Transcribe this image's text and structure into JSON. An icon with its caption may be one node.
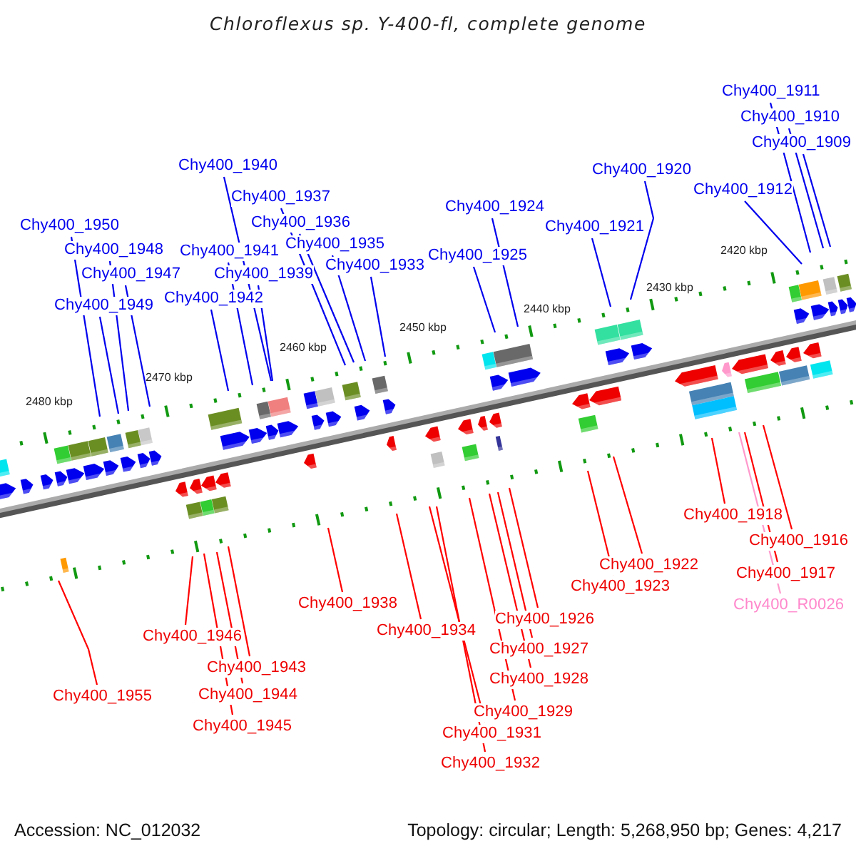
{
  "diagram": {
    "title": "Chloroflexus sp. Y-400-fl, complete genome",
    "nodes": [
      {
        "text": [
          "Chy400_1911"
        ]
      },
      {
        "text": [
          "Chy400_1910"
        ]
      },
      {
        "text": [
          "Chy400_1909"
        ]
      },
      {
        "text": [
          "Chy400_1940"
        ]
      },
      {
        "text": [
          "Chy400_1920"
        ]
      },
      {
        "text": [
          "Chy400_1912"
        ]
      },
      {
        "text": [
          "Chy400_1937"
        ]
      },
      {
        "text": [
          "Chy400_1924"
        ]
      },
      {
        "text": [
          "Chy400_1936"
        ]
      },
      {
        "text": [
          "Chy400_1950"
        ]
      },
      {
        "text": [
          "Chy400_1921"
        ]
      },
      {
        "text": [
          "Chy400_1935"
        ]
      },
      {
        "text": [
          "Chy400_1948"
        ]
      },
      {
        "text": [
          "Chy400_1941"
        ]
      },
      {
        "text": [
          "Chy400_1925"
        ]
      },
      {
        "text": [
          "Chy400_1933"
        ]
      },
      {
        "text": [
          "Chy400_1947"
        ]
      },
      {
        "text": [
          "Chy400_1939"
        ]
      },
      {
        "text": [
          "Chy400_1942"
        ]
      },
      {
        "text": [
          "Chy400_1949"
        ]
      },
      {
        "text": [
          "Chy400_1918"
        ]
      },
      {
        "text": [
          "Chy400_1916"
        ]
      },
      {
        "text": [
          "Chy400_1922"
        ]
      },
      {
        "text": [
          "Chy400_1917"
        ]
      },
      {
        "text": [
          "Chy400_1923"
        ]
      },
      {
        "text": [
          "Chy400_1938"
        ]
      },
      {
        "text": [
          "Chy400_R0026"
        ]
      },
      {
        "text": [
          "Chy400_1926"
        ]
      },
      {
        "text": [
          "Chy400_1934"
        ]
      },
      {
        "text": [
          "Chy400_1946"
        ]
      },
      {
        "text": [
          "Chy400_1927"
        ]
      },
      {
        "text": [
          "Chy400_1943"
        ]
      },
      {
        "text": [
          "Chy400_1928"
        ]
      },
      {
        "text": [
          "Chy400_1955"
        ]
      },
      {
        "text": [
          "Chy400_1944"
        ]
      },
      {
        "text": [
          "Chy400_1929"
        ]
      },
      {
        "text": [
          "Chy400_1945"
        ]
      },
      {
        "text": [
          "Chy400_1931"
        ]
      },
      {
        "text": [
          "Chy400_1932"
        ]
      }
    ],
    "edges": [
      {
        "from": 0,
        "to": null,
        "arrow": "none"
      },
      {
        "from": 1,
        "to": null,
        "arrow": "none"
      },
      {
        "from": 2,
        "to": null,
        "arrow": "none"
      },
      {
        "from": 3,
        "to": null,
        "arrow": "none"
      },
      {
        "from": 4,
        "to": null,
        "arrow": "none"
      },
      {
        "from": 5,
        "to": null,
        "arrow": "none"
      },
      {
        "from": 6,
        "to": null,
        "arrow": "none"
      },
      {
        "from": 7,
        "to": null,
        "arrow": "none"
      },
      {
        "from": 8,
        "to": null,
        "arrow": "none"
      },
      {
        "from": 9,
        "to": null,
        "arrow": "none"
      },
      {
        "from": 10,
        "to": null,
        "arrow": "none"
      },
      {
        "from": 11,
        "to": null,
        "arrow": "none"
      },
      {
        "from": 12,
        "to": null,
        "arrow": "none"
      },
      {
        "from": 13,
        "to": null,
        "arrow": "none"
      },
      {
        "from": 14,
        "to": null,
        "arrow": "none"
      },
      {
        "from": 15,
        "to": null,
        "arrow": "none"
      },
      {
        "from": 16,
        "to": null,
        "arrow": "none"
      },
      {
        "from": 17,
        "to": null,
        "arrow": "none"
      },
      {
        "from": 18,
        "to": null,
        "arrow": "none"
      },
      {
        "from": 19,
        "to": null,
        "arrow": "none"
      },
      {
        "from": 20,
        "to": null,
        "arrow": "none",
        "color": "#ff0000"
      },
      {
        "from": 21,
        "to": null,
        "arrow": "none",
        "color": "#ff0000"
      },
      {
        "from": 22,
        "to": null,
        "arrow": "none",
        "color": "#ff0000"
      },
      {
        "from": 23,
        "to": null,
        "arrow": "none",
        "color": "#ff0000"
      },
      {
        "from": 24,
        "to": null,
        "arrow": "none",
        "color": "#ff0000"
      },
      {
        "from": 25,
        "to": null,
        "arrow": "none",
        "color": "#ff0000"
      },
      {
        "from": 26,
        "to": null,
        "arrow": "none",
        "color": "#ff99cc"
      },
      {
        "from": 27,
        "to": null,
        "arrow": "none",
        "color": "#ff0000"
      },
      {
        "from": 28,
        "to": null,
        "arrow": "none",
        "color": "#ff0000"
      },
      {
        "from": 29,
        "to": null,
        "arrow": "none",
        "color": "#ff0000"
      },
      {
        "from": 30,
        "to": null,
        "arrow": "none",
        "color": "#ff0000"
      },
      {
        "from": 31,
        "to": null,
        "arrow": "none",
        "color": "#ff0000"
      },
      {
        "from": 32,
        "to": null,
        "arrow": "none",
        "color": "#ff0000"
      },
      {
        "from": 33,
        "to": null,
        "arrow": "none",
        "color": "#ff0000"
      },
      {
        "from": 34,
        "to": null,
        "arrow": "none",
        "color": "#ff0000"
      },
      {
        "from": 35,
        "to": null,
        "arrow": "none",
        "color": "#ff0000"
      },
      {
        "from": 36,
        "to": null,
        "arrow": "none",
        "color": "#ff0000"
      },
      {
        "from": 37,
        "to": null,
        "arrow": "none",
        "color": "#ff0000"
      },
      {
        "from": 38,
        "to": null,
        "arrow": "none",
        "color": "#ff0000"
      }
    ],
    "labels": [
      "2420 kbp",
      "2430 kbp",
      "2440 kbp",
      "2450 kbp",
      "2460 kbp",
      "2470 kbp",
      "2480 kbp",
      "Accession: NC_012032",
      "Topology: circular; Length: 5,268,950 bp; Genes: 4,217"
    ]
  }
}
